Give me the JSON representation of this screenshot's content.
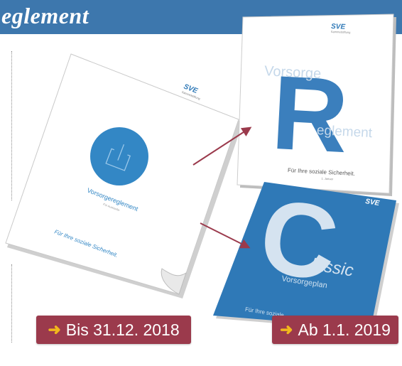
{
  "header": {
    "title": "eglement"
  },
  "doc_old": {
    "logo": "SVE",
    "logo_sub": "Sammelstiftung",
    "title": "Vorsorgereglement",
    "sub": "Für Auskünfte",
    "slogan": "Für Ihre soziale Sicherheit."
  },
  "doc_new_r": {
    "logo": "SVE",
    "logo_sub": "Sammelstiftung",
    "big_letter": "R",
    "top_word": "Vorsorge",
    "bottom_word": "eglement",
    "slogan": "Für Ihre soziale Sicherheit.",
    "small": "1. Januar"
  },
  "doc_new_c": {
    "logo": "SVE",
    "big_letter": "C",
    "word": "lassic",
    "sub": "Vorsorgeplan",
    "slogan": "Für Ihre soziale"
  },
  "badges": {
    "old_label": "Bis 31.12. 2018",
    "new_label": "Ab 1.1. 2019",
    "arrow": "➜"
  },
  "colors": {
    "header": "#3d77ad",
    "badge": "#9b3a4c",
    "arrow": "#f2b81c",
    "doc_blue": "#2f79b7",
    "connector": "#9b3a4c"
  }
}
